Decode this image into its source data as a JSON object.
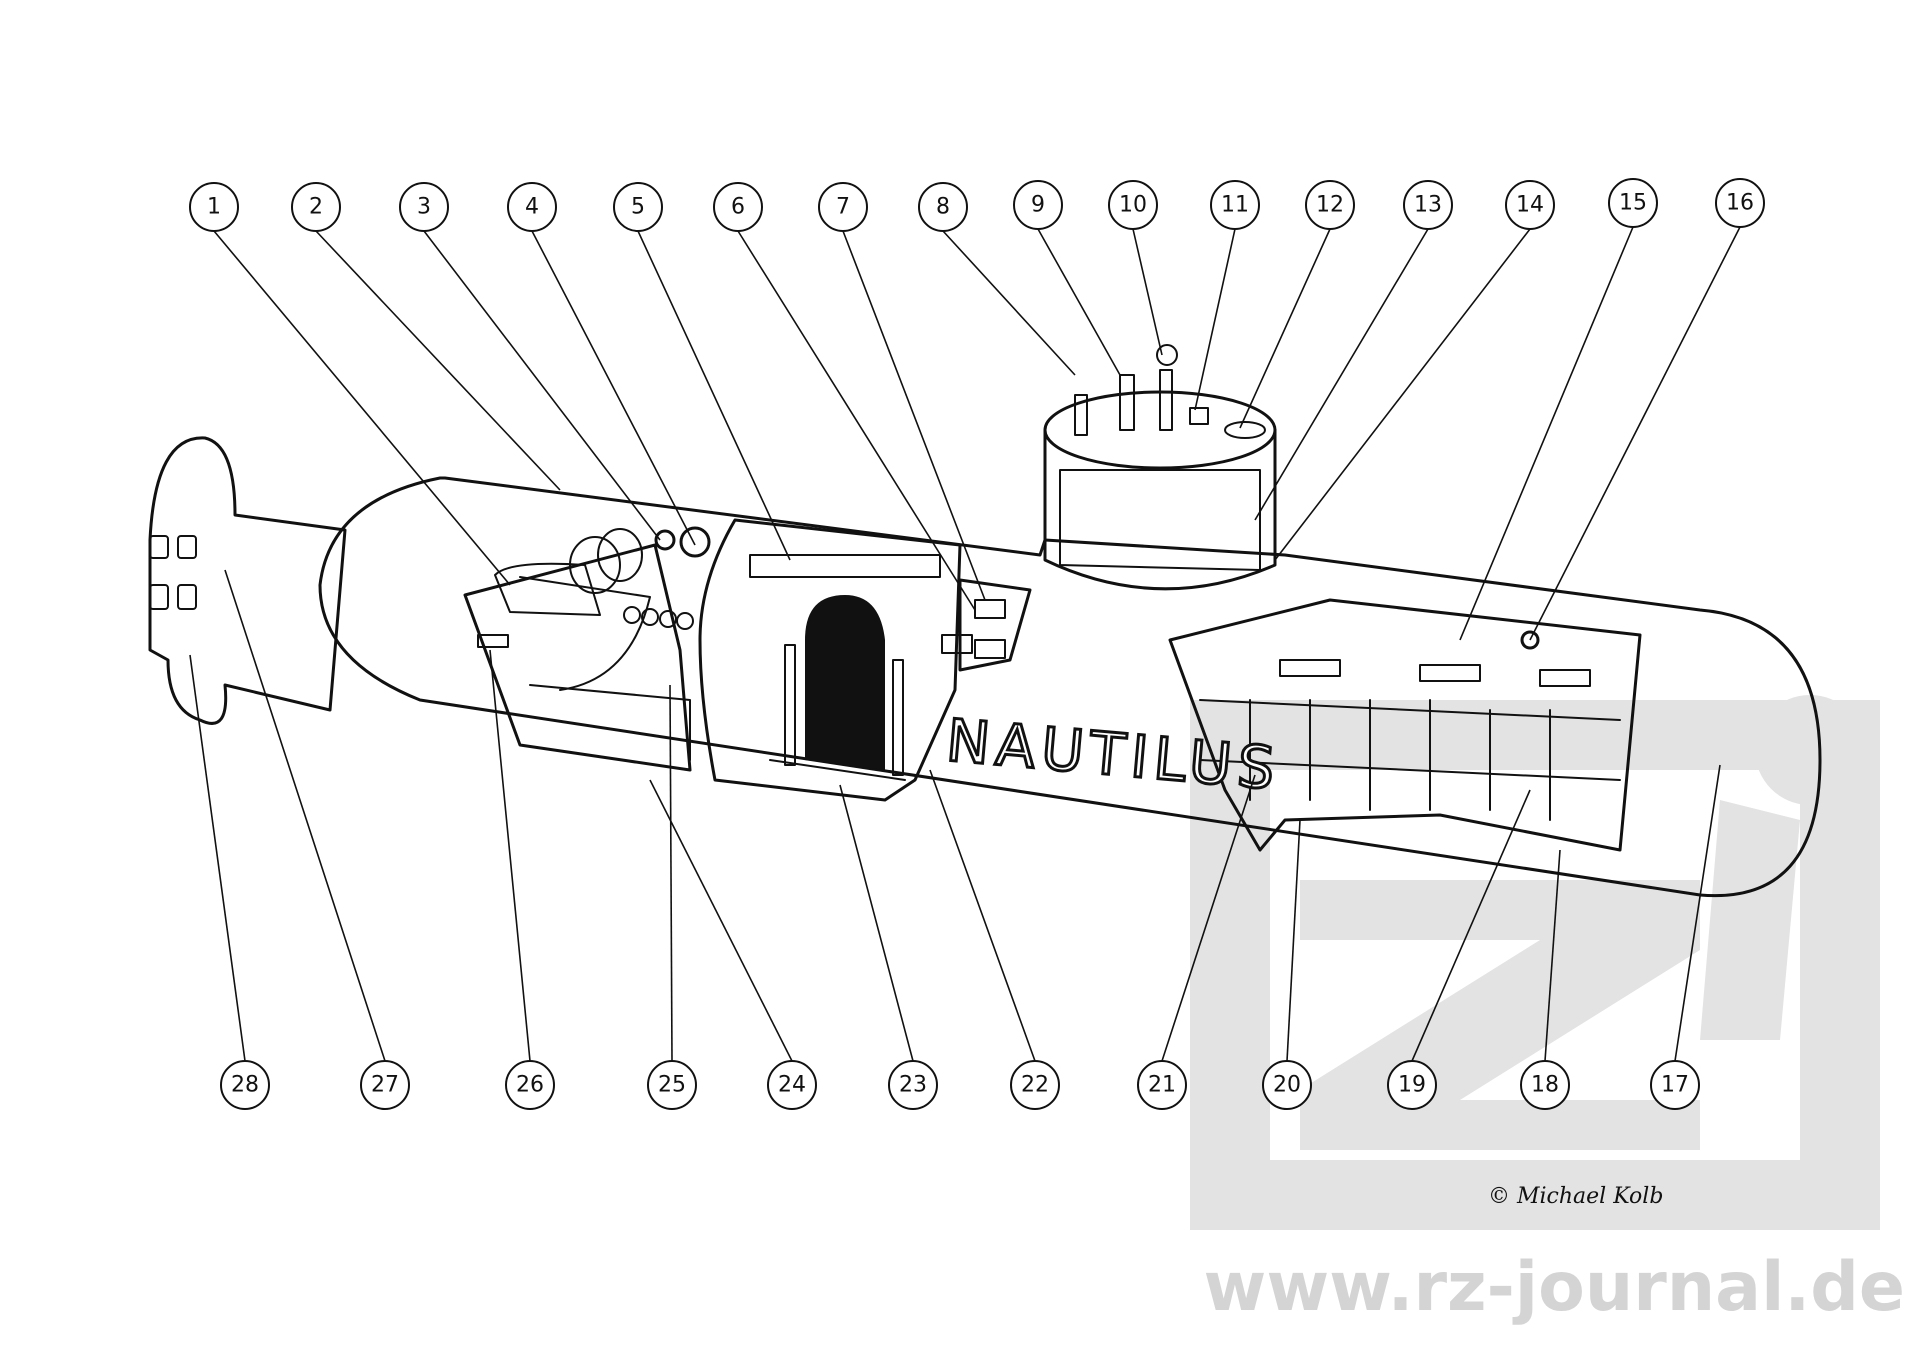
{
  "image_title": "",
  "vessel_name": "NAUTILUS",
  "copyright": "© Michael Kolb",
  "watermark": {
    "text": "www.rz-journal.de",
    "logo": "rz-journal-logo",
    "color": "#e3e3e3"
  },
  "callouts_top": [
    "1",
    "2",
    "3",
    "4",
    "5",
    "6",
    "7",
    "8",
    "9",
    "10",
    "11",
    "12",
    "13",
    "14",
    "15",
    "16"
  ],
  "callouts_bottom": [
    "28",
    "27",
    "26",
    "25",
    "24",
    "23",
    "22",
    "21",
    "20",
    "19",
    "18",
    "17"
  ],
  "ink_color": "#111111"
}
